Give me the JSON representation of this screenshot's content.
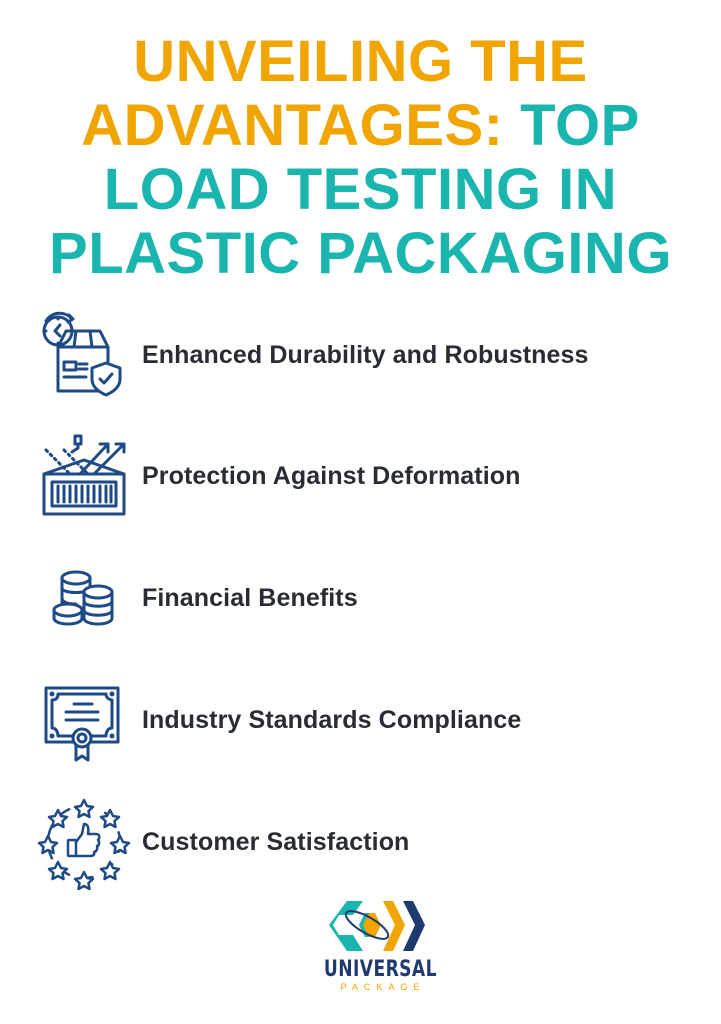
{
  "title": {
    "line1": "UNVEILING THE",
    "line2_orange": "ADVANTAGES:",
    "line2_teal": " TOP",
    "line3": "LOAD TESTING IN",
    "line4": "PLASTIC PACKAGING"
  },
  "colors": {
    "orange": "#f0a500",
    "teal": "#1bb5b0",
    "navy": "#1e3a6e",
    "text": "#2a2c33"
  },
  "items": [
    {
      "icon": "package-clock-shield-icon",
      "label": "Enhanced Durability and Robustness"
    },
    {
      "icon": "container-arrows-icon",
      "label": "Protection Against Deformation"
    },
    {
      "icon": "coins-stack-icon",
      "label": "Financial Benefits"
    },
    {
      "icon": "certificate-icon",
      "label": "Industry Standards Compliance"
    },
    {
      "icon": "thumbs-up-stars-icon",
      "label": "Customer Satisfaction"
    }
  ],
  "logo": {
    "brand": "UNIVERSAL",
    "sub": "PACKAGE"
  }
}
